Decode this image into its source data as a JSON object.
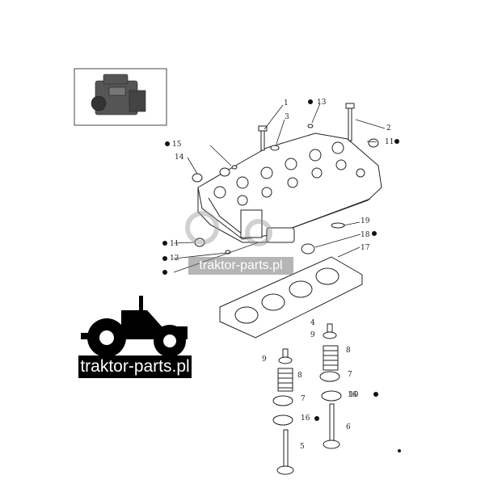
{
  "diagram": {
    "callouts": [
      {
        "id": "c1",
        "label": "1"
      },
      {
        "id": "c2",
        "label": "2"
      },
      {
        "id": "c3",
        "label": "3"
      },
      {
        "id": "c4",
        "label": "4"
      },
      {
        "id": "c5",
        "label": "5"
      },
      {
        "id": "c6",
        "label": "6"
      },
      {
        "id": "c7a",
        "label": "7"
      },
      {
        "id": "c7b",
        "label": "7"
      },
      {
        "id": "c8a",
        "label": "8"
      },
      {
        "id": "c8b",
        "label": "8"
      },
      {
        "id": "c9a",
        "label": "9"
      },
      {
        "id": "c9b",
        "label": "9"
      },
      {
        "id": "c10",
        "label": "10"
      },
      {
        "id": "c11a",
        "label": "11"
      },
      {
        "id": "c11b",
        "label": "11"
      },
      {
        "id": "c12",
        "label": "12"
      },
      {
        "id": "c13",
        "label": "13"
      },
      {
        "id": "c14",
        "label": "14"
      },
      {
        "id": "c15",
        "label": "15"
      },
      {
        "id": "c16a",
        "label": "16"
      },
      {
        "id": "c16b",
        "label": "16"
      },
      {
        "id": "c17",
        "label": "17"
      },
      {
        "id": "c18",
        "label": "18"
      },
      {
        "id": "c19",
        "label": "19"
      }
    ]
  },
  "watermark": {
    "main_text": "traktor-parts.pl",
    "center_text": "traktor-parts.pl"
  }
}
